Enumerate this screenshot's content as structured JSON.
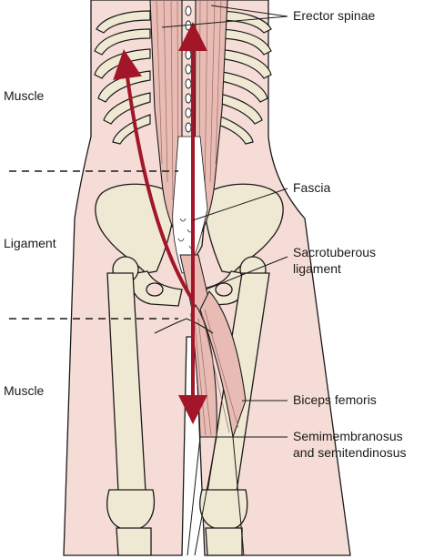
{
  "labels": {
    "erector_spinae": "Erector spinae",
    "fascia": "Fascia",
    "sacrotuberous_line1": "Sacrotuberous",
    "sacrotuberous_line2": "ligament",
    "biceps_femoris": "Biceps femoris",
    "semimembranosus_line1": "Semimembranosus",
    "semimembranosus_line2": "and semitendinosus"
  },
  "regions": {
    "muscle_upper": "Muscle",
    "ligament": "Ligament",
    "muscle_lower": "Muscle"
  },
  "colors": {
    "skin": "#f6dcd6",
    "bone": "#efe9d3",
    "muscle": "#e8bcb4",
    "arrow": "#a3162a",
    "outline": "#1a1a1a"
  }
}
